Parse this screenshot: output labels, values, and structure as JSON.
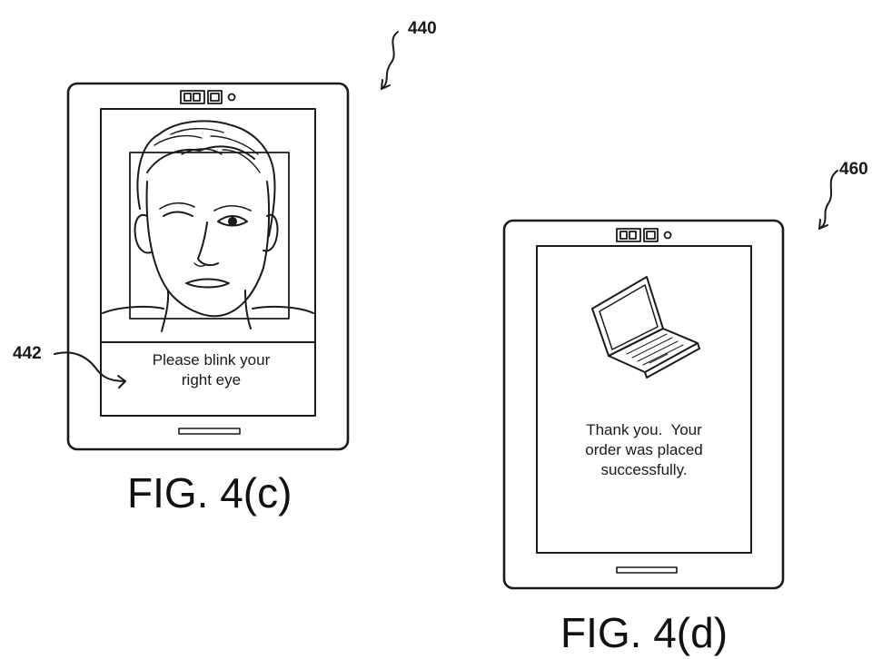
{
  "colors": {
    "line": "#1a1a1a",
    "background": "#ffffff"
  },
  "figure_c": {
    "ref_device": "440",
    "ref_prompt": "442",
    "prompt_line1": "Please blink your",
    "prompt_line2": "right eye",
    "caption": "FIG. 4(c)",
    "icons": [
      "camera-sensor-icon",
      "face-illustration"
    ]
  },
  "figure_d": {
    "ref_device": "460",
    "message_line1": "Thank you.  Your",
    "message_line2": "order was placed",
    "message_line3": "successfully.",
    "caption": "FIG. 4(d)",
    "icons": [
      "camera-sensor-icon",
      "laptop-icon"
    ]
  }
}
